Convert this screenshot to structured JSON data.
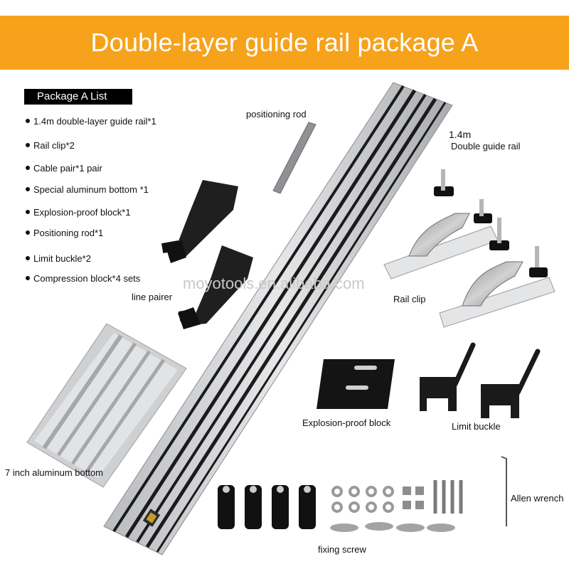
{
  "banner": {
    "title": "Double-layer guide rail package A",
    "color": "#f7a21b"
  },
  "list": {
    "header": "Package A List",
    "items": [
      "1.4m double-layer guide rail*1",
      "Rail clip*2",
      "Cable pair*1 pair",
      "Special aluminum bottom *1",
      "Explosion-proof block*1",
      "Positioning rod*1",
      "Limit buckle*2",
      "Compression block*4 sets"
    ]
  },
  "labels": {
    "positioning_rod": "positioning rod",
    "rail_length": "1.4m",
    "rail_name": "Double guide rail",
    "line_pairer": "line pairer",
    "rail_clip": "Rail clip",
    "explosion_proof_block": "Explosion-proof block",
    "limit_buckle": "Limit buckle",
    "aluminum_bottom": "7 inch aluminum bottom",
    "allen_wrench": "Allen wrench",
    "fixing_screw": "fixing screw"
  },
  "watermark": "moyotools.en.alibaba.com"
}
